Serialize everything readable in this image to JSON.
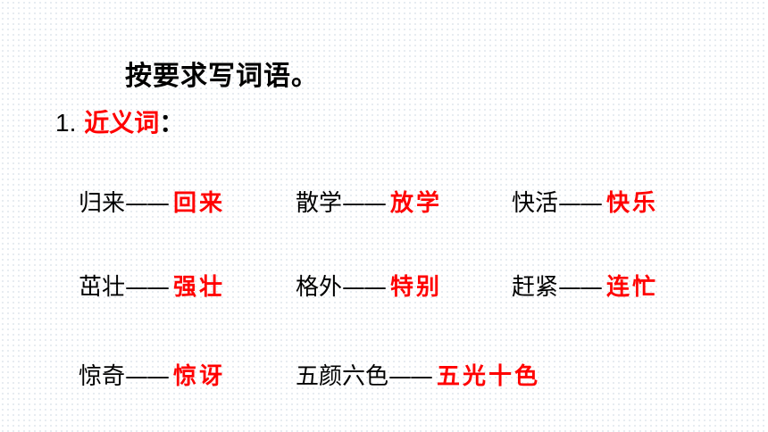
{
  "title": "按要求写词语。",
  "section": {
    "number": "1.",
    "label": "近义词",
    "colon": "："
  },
  "dash": "——",
  "pairs": [
    {
      "word": "归来",
      "answer": "回来"
    },
    {
      "word": "散学",
      "answer": "放学"
    },
    {
      "word": "快活",
      "answer": "快乐"
    },
    {
      "word": "茁壮",
      "answer": "强壮"
    },
    {
      "word": "格外",
      "answer": "特别"
    },
    {
      "word": "赶紧",
      "answer": "连忙"
    },
    {
      "word": "惊奇",
      "answer": "惊讶"
    },
    {
      "word": "五颜六色",
      "answer": "五光十色"
    }
  ],
  "colors": {
    "answer": "#ff0000",
    "text": "#000000",
    "background_dots": "#dfe6ec"
  }
}
